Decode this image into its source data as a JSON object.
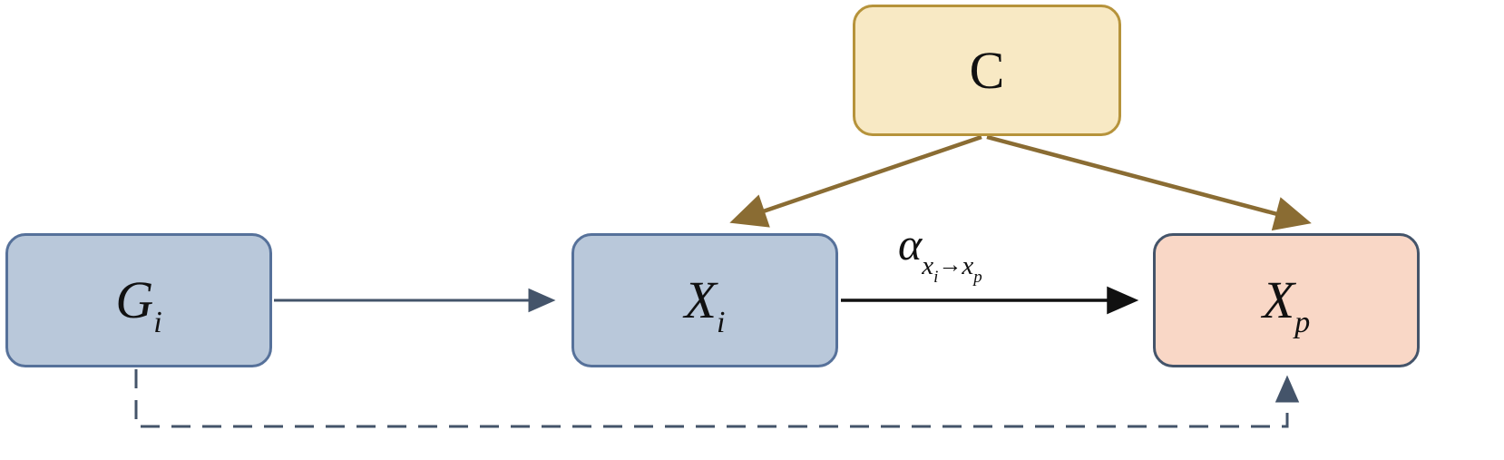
{
  "diagram_name": "causal-graph",
  "nodes": {
    "c": {
      "label": "C"
    },
    "gi": {
      "main": "G",
      "sub": "i"
    },
    "xi": {
      "main": "X",
      "sub": "i"
    },
    "xp": {
      "main": "X",
      "sub": "p"
    }
  },
  "edge_label": {
    "alpha": "α",
    "from_main": "x",
    "from_sub": "i",
    "arrow_glyph": "→",
    "to_main": "x",
    "to_sub": "p"
  },
  "colors": {
    "node_blue_fill": "#b9c8da",
    "node_blue_border": "#56719a",
    "node_yellow_fill": "#f8e9c4",
    "node_yellow_border": "#b6933b",
    "node_pink_fill": "#f9d7c6",
    "node_pink_border": "#44546a",
    "arrow_slate": "#44546a",
    "arrow_black": "#111111",
    "arrow_brown": "#8a6c33",
    "text": "#111111",
    "background": "#ffffff"
  }
}
